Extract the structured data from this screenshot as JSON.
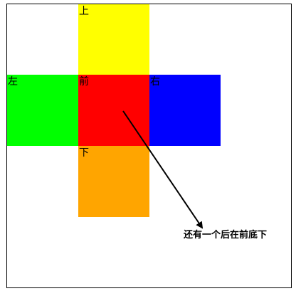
{
  "faces": {
    "top": {
      "label": "上",
      "color": "#ffff00"
    },
    "left": {
      "label": "左",
      "color": "#00ff00"
    },
    "front": {
      "label": "前",
      "color": "#ff0000"
    },
    "right": {
      "label": "右",
      "color": "#0000ff"
    },
    "bottom": {
      "label": "下",
      "color": "#ffa500"
    }
  },
  "note": "还有一个后在前底下",
  "arrow_color": "#000000"
}
